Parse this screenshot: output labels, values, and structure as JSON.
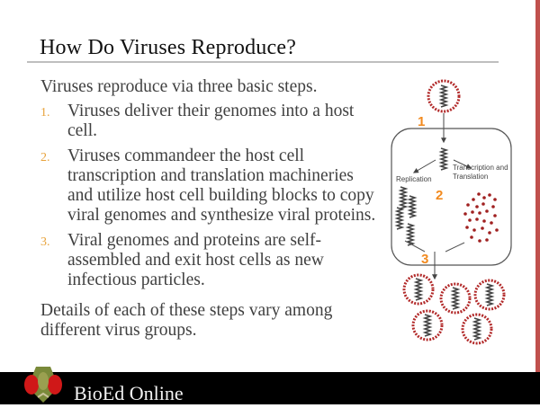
{
  "slide": {
    "title": "How Do Viruses Reproduce?",
    "intro": "Viruses reproduce via three basic steps.",
    "steps": [
      {
        "number": "1.",
        "text": "Viruses deliver their genomes into a host cell."
      },
      {
        "number": "2.",
        "text": "Viruses commandeer the host cell transcription and translation machineries and utilize host cell building blocks to copy viral genomes and synthesize viral proteins."
      },
      {
        "number": "3.",
        "text": "Viral genomes and proteins are self-assembled and exit host cells as new infectious particles."
      }
    ],
    "outro": "Details of each of these steps vary among different virus groups."
  },
  "diagram": {
    "step_labels": [
      "1",
      "2",
      "3"
    ],
    "replication_label": "Replication",
    "transcription_label_line1": "Transcription and",
    "transcription_label_line2": "Translation",
    "colors": {
      "step_number": "#f28a1e",
      "capsid": "#b22a2a",
      "genome": "#444444",
      "cell_outline": "#555555"
    }
  },
  "footer": {
    "brand": "BioEd Online",
    "logo_icon": "fruit-fly-icon"
  },
  "theme": {
    "accent": "#c0504d",
    "list_number_color": "#e8a33c",
    "footer_bg": "#000000"
  }
}
